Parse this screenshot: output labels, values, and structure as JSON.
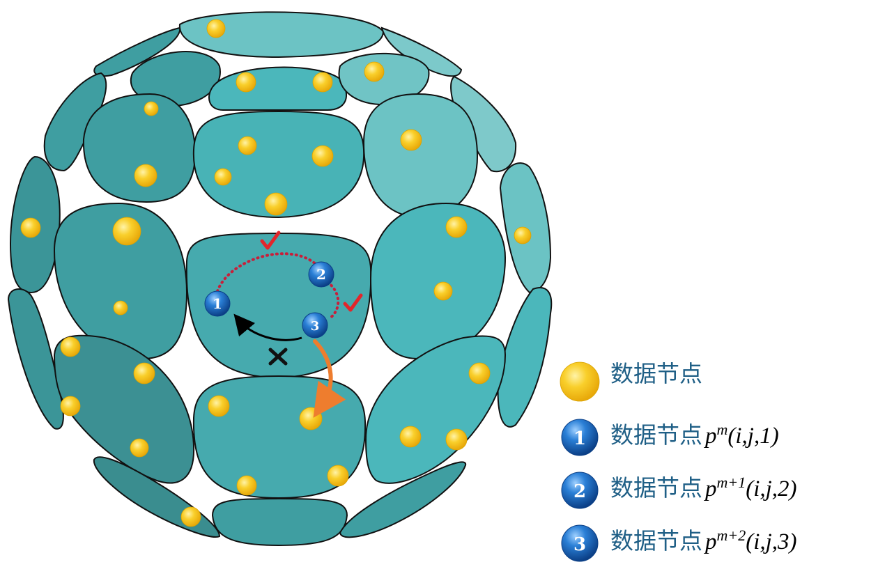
{
  "colors": {
    "cell_mid": "#46aaae",
    "cell_light": "#6cc3c4",
    "cell_dark": "#3a8d8f",
    "data_node": "#f7c21a",
    "blue_node": "#1d6fc6",
    "path_dotted": "#c81e3a",
    "check_mark": "#e3262b",
    "arrow_orange": "#ee7d2e",
    "legend_text": "#1f5f86"
  },
  "diagram": {
    "node_1_label": "1",
    "node_2_label": "2",
    "node_3_label": "3"
  },
  "legend": [
    {
      "icon": "yellow-data-node-icon",
      "text": "数据节点",
      "math_base": "",
      "math_sup": "",
      "math_args": ""
    },
    {
      "icon": "blue-node-1-icon",
      "number": "1",
      "text": "数据节点",
      "math_base": "p",
      "math_sup": "m",
      "math_args": "(i,j,1)"
    },
    {
      "icon": "blue-node-2-icon",
      "number": "2",
      "text": "数据节点",
      "math_base": "p",
      "math_sup": "m+1",
      "math_args": "(i,j,2)"
    },
    {
      "icon": "blue-node-3-icon",
      "number": "3",
      "text": "数据节点",
      "math_base": "p",
      "math_sup": "m+2",
      "math_args": "(i,j,3)"
    }
  ]
}
